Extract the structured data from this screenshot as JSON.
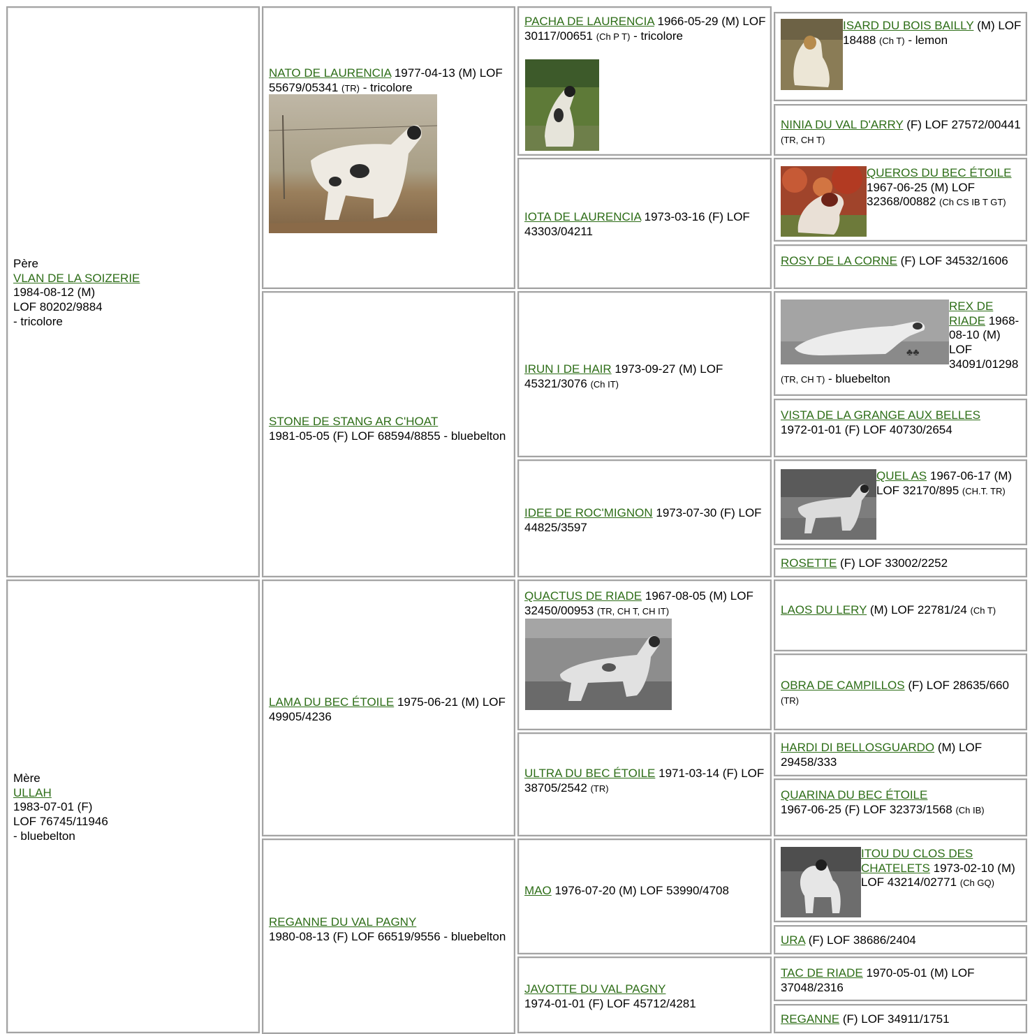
{
  "sire": {
    "role": "Père",
    "name": "VLAN DE LA SOIZERIE",
    "date_sex": "1984-08-12 (M)",
    "lof": "LOF 80202/9884",
    "color": "- tricolore",
    "sire": {
      "name": "NATO DE LAURENCIA",
      "info": "1977-04-13 (M) LOF 55679/05341",
      "titles": "(TR)",
      "color": "- tricolore",
      "photo": "photo-sepia-pointer",
      "sire": {
        "name": "PACHA DE LAURENCIA",
        "info": "1966-05-29 (M) LOF 30117/00651",
        "titles": "(Ch P T)",
        "color": "- tricolore",
        "photo": "photo-color-dog",
        "sire": {
          "name": "ISARD DU BOIS BAILLY",
          "info": "(M) LOF 18488",
          "titles": "(Ch T)",
          "color": "- lemon",
          "photo": "photo-color-dog"
        },
        "dam": {
          "name": "NINIA DU VAL D'ARRY",
          "info": "(F) LOF 27572/00441",
          "titles": "(TR, CH T)"
        }
      },
      "dam": {
        "name": "IOTA DE LAURENCIA",
        "info": "1973-03-16 (F) LOF 43303/04211",
        "sire": {
          "name": "QUEROS DU BEC ÉTOILE",
          "info": "1967-06-25 (M) LOF 32368/00882",
          "titles": "(Ch CS IB T GT)",
          "photo": "photo-red-foliage"
        },
        "dam": {
          "name": "ROSY DE LA CORNE",
          "info": "(F) LOF 34532/1606"
        }
      }
    },
    "dam": {
      "name": "STONE DE STANG AR C'HOAT",
      "info": "1981-05-05 (F) LOF 68594/8855 - bluebelton",
      "sire": {
        "name": "IRUN I DE HAIR",
        "info": "1973-09-27 (M) LOF 45321/3076",
        "titles": "(Ch IT)",
        "sire": {
          "name": "REX DE RIADE",
          "info": "1968-08-10 (M) LOF 34091/01298",
          "titles": "(TR, CH T)",
          "color": " - bluebelton",
          "photo": "photo-bw-running"
        },
        "dam": {
          "name": "VISTA DE LA GRANGE AUX BELLES",
          "info": "1972-01-01 (F) LOF 40730/2654"
        }
      },
      "dam": {
        "name": "IDEE DE ROC'MIGNON",
        "info": "1973-07-30 (F) LOF 44825/3597",
        "sire": {
          "name": "QUEL AS",
          "info": "1967-06-17 (M) LOF 32170/895",
          "titles": "(CH.T. TR)",
          "photo": "photo-bw-pointer"
        },
        "dam": {
          "name": "ROSETTE",
          "info": "(F) LOF 33002/2252"
        }
      }
    }
  },
  "dam": {
    "role": "Mère",
    "name": "ULLAH",
    "date_sex": "1983-07-01 (F)",
    "lof": "LOF 76745/11946",
    "color": "- bluebelton",
    "sire": {
      "name": "LAMA DU BEC ÉTOILE",
      "info": "1975-06-21 (M) LOF 49905/4236",
      "sire": {
        "name": "QUACTUS DE RIADE",
        "info": "1967-08-05 (M) LOF 32450/00953",
        "titles": "(TR, CH T, CH IT)",
        "photo": "photo-bw-setter",
        "sire": {
          "name": "LAOS DU LERY",
          "info": "(M) LOF 22781/24",
          "titles": "(Ch T)"
        },
        "dam": {
          "name": "OBRA DE CAMPILLOS",
          "info": "(F) LOF 28635/660",
          "titles": "(TR)"
        }
      },
      "dam": {
        "name": "ULTRA DU BEC ÉTOILE",
        "info": "1971-03-14 (F) LOF 38705/2542",
        "titles": "(TR)",
        "sire": {
          "name": "HARDI DI BELLOSGUARDO",
          "info": "(M) LOF 29458/333"
        },
        "dam": {
          "name": "QUARINA DU BEC ÉTOILE",
          "info": "1967-06-25 (F) LOF 32373/1568",
          "titles": "(Ch IB)"
        }
      }
    },
    "dam": {
      "name": "REGANNE DU VAL PAGNY",
      "info": "1980-08-13 (F) LOF 66519/9556 - bluebelton",
      "sire": {
        "name": "MAO",
        "info": "1976-07-20 (M) LOF 53990/4708",
        "sire": {
          "name": "ITOU DU CLOS DES CHATELETS",
          "info": "1973-02-10 (M) LOF 43214/02771",
          "titles": "(Ch GQ)",
          "photo": "photo-bw-standing"
        },
        "dam": {
          "name": "URA",
          "info": "(F) LOF 38686/2404"
        }
      },
      "dam": {
        "name": "JAVOTTE DU VAL PAGNY",
        "info": "1974-01-01 (F) LOF 45712/4281",
        "sire": {
          "name": "TAC DE RIADE",
          "info": "1970-05-01 (M) LOF 37048/2316"
        },
        "dam": {
          "name": "REGANNE",
          "info": "(F) LOF 34911/1751"
        }
      }
    }
  },
  "colors": {
    "link": "#2e6e18",
    "border": "#a3a3a3"
  }
}
